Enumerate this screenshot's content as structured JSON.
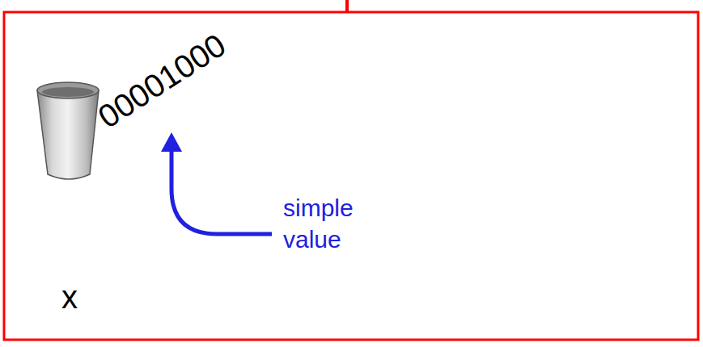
{
  "diagram": {
    "labels": [
      "00001000",
      "simple value",
      "x"
    ]
  }
}
